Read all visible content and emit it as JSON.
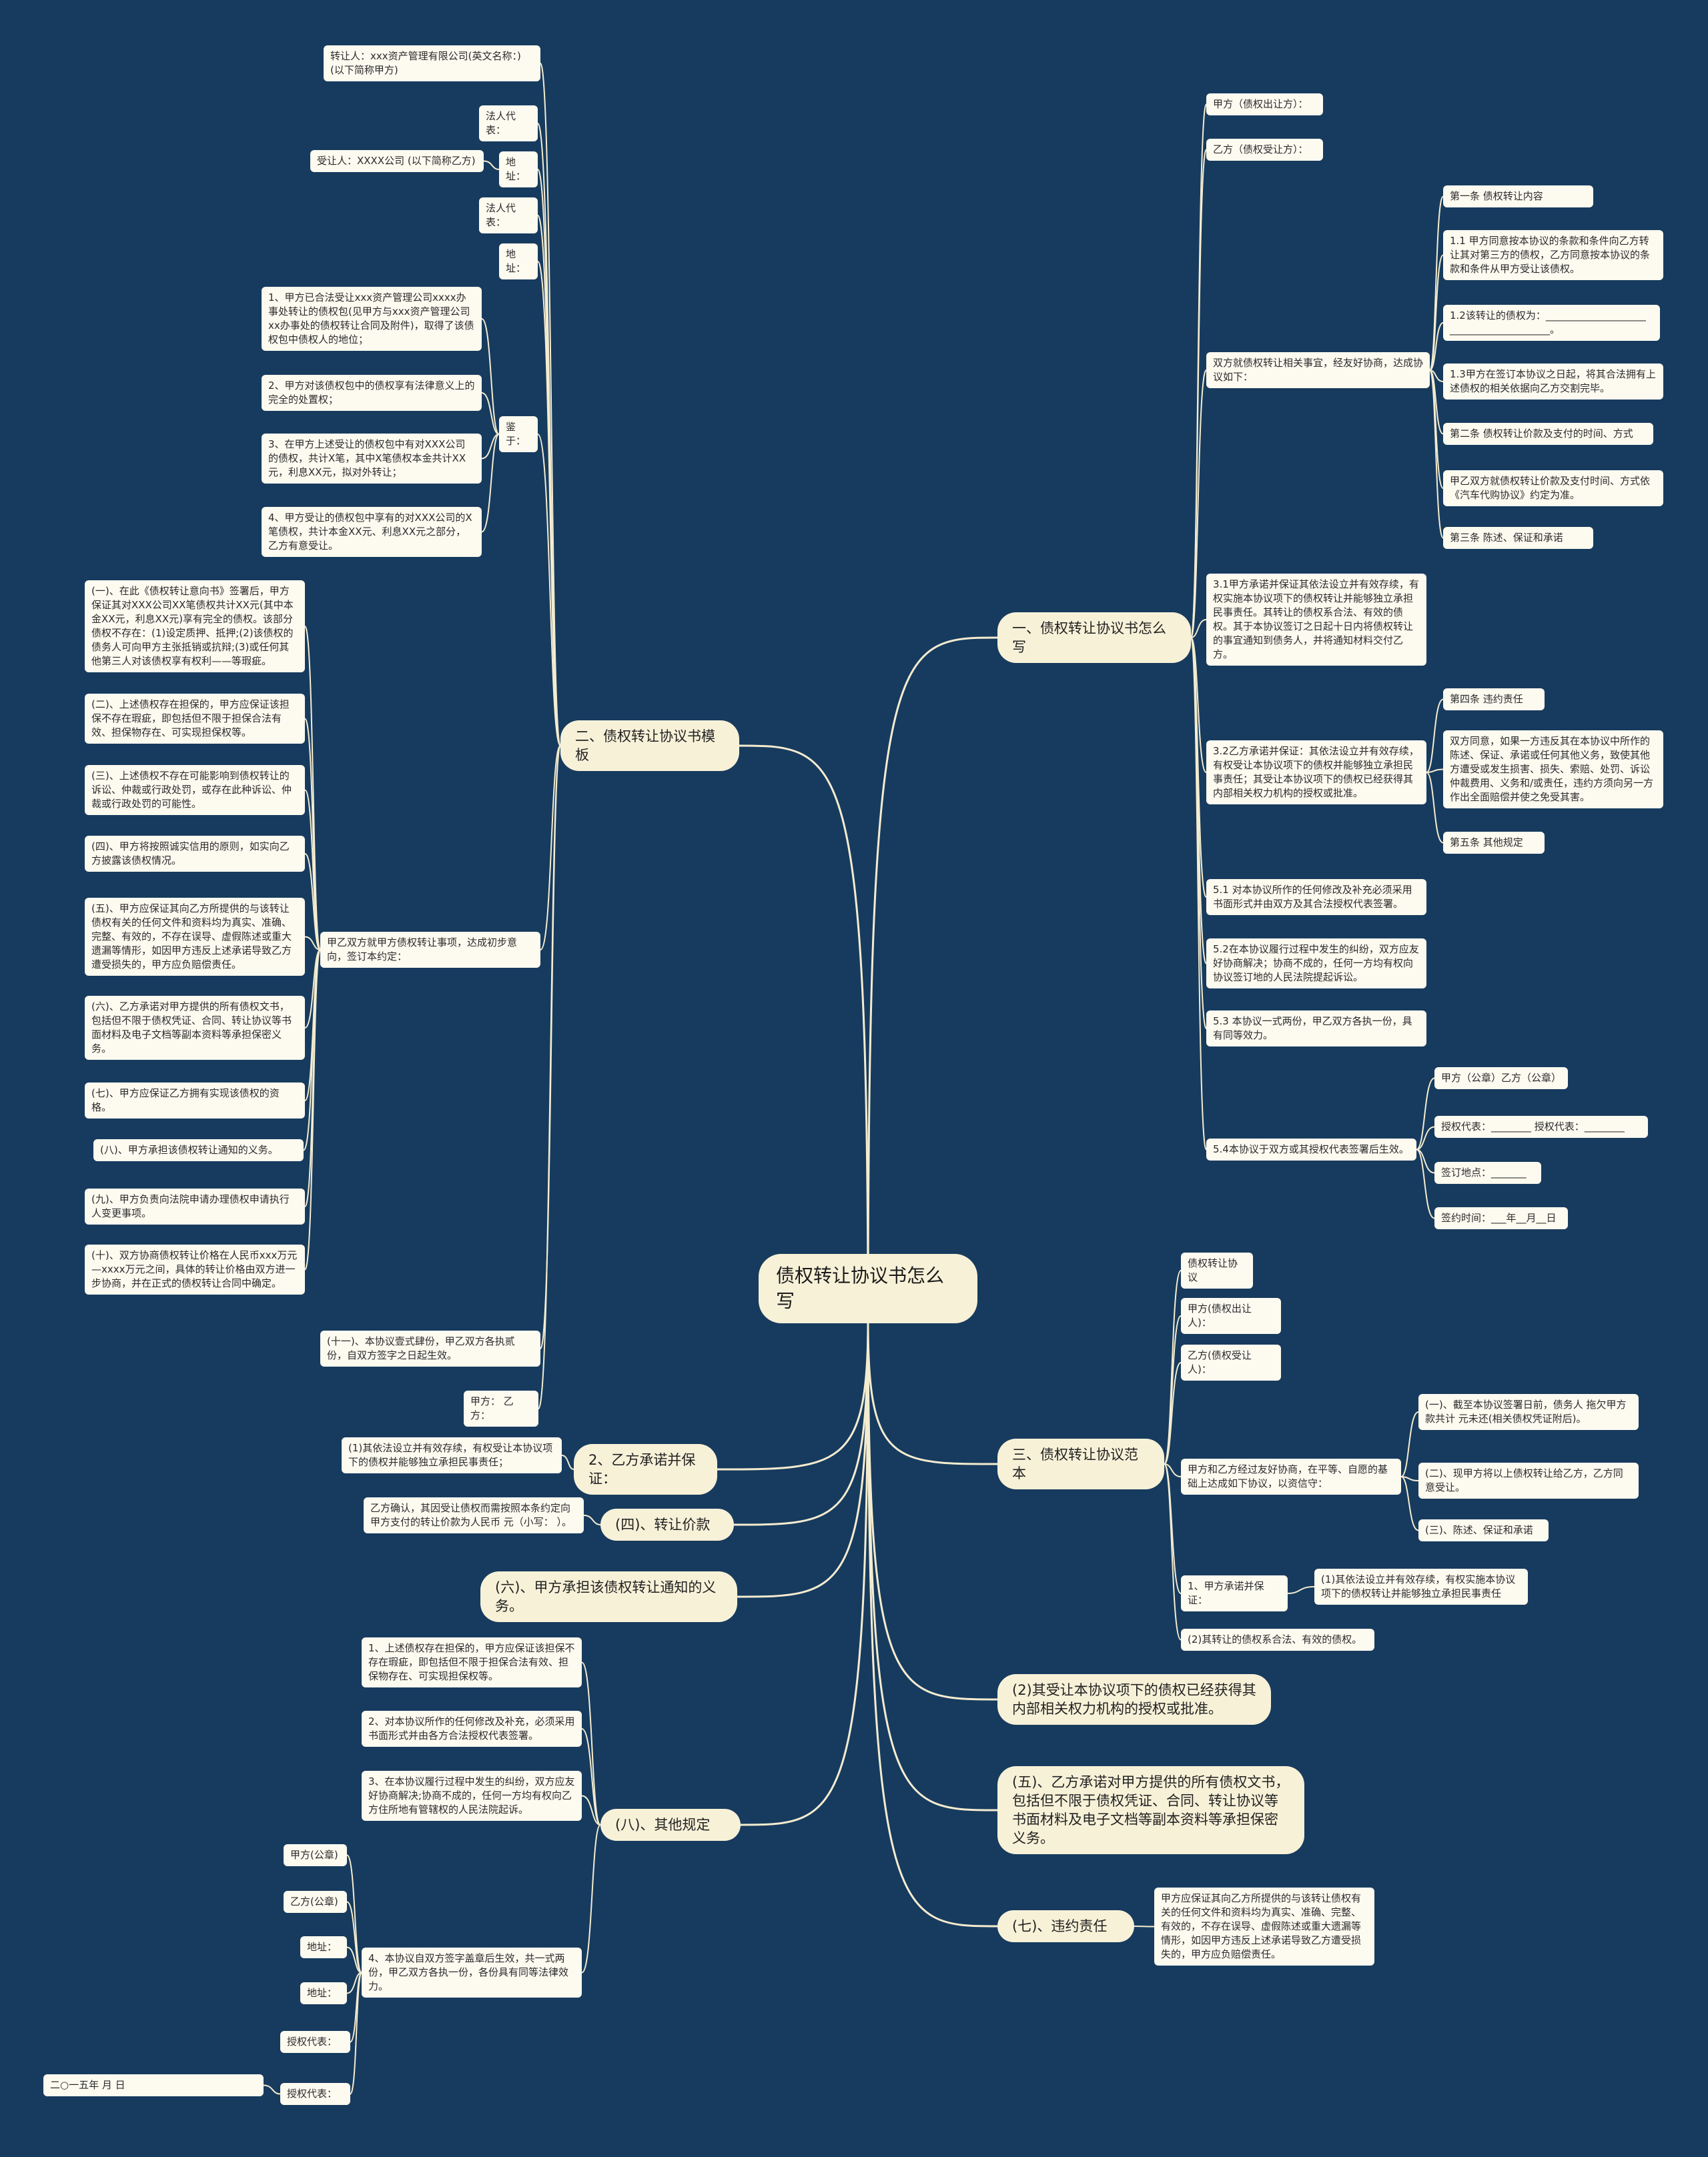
{
  "root": {
    "text": "债权转让协议书怎么写"
  },
  "nodes": [
    {
      "id": "r1",
      "text": "一、债权转让协议书怎么写"
    },
    {
      "id": "r1a",
      "text": "甲方（债权出让方）："
    },
    {
      "id": "r1b",
      "text": "乙方（债权受让方）："
    },
    {
      "id": "r1c",
      "text": "双方就债权转让相关事宜，经友好协商，达成协议如下："
    },
    {
      "id": "r1c1",
      "text": "第一条 债权转让内容"
    },
    {
      "id": "r1c2",
      "text": "1.1 甲方同意按本协议的条款和条件向乙方转让其对第三方的债权，乙方同意按本协议的条款和条件从甲方受让该债权。"
    },
    {
      "id": "r1c3",
      "text": "1.2该转让的债权为：____________________ ____________________。"
    },
    {
      "id": "r1c4",
      "text": "1.3甲方在签订本协议之日起，将其合法拥有上述债权的相关依据向乙方交割完毕。"
    },
    {
      "id": "r1c5",
      "text": "第二条 债权转让价款及支付的时间、方式"
    },
    {
      "id": "r1c6",
      "text": "甲乙双方就债权转让价款及支付时间、方式依《汽车代购协议》约定为准。"
    },
    {
      "id": "r1c7",
      "text": "第三条 陈述、保证和承诺"
    },
    {
      "id": "r1d",
      "text": "3.1甲方承诺并保证其依法设立并有效存续，有权实施本协议项下的债权转让并能够独立承担民事责任。其转让的债权系合法、有效的债权。其于本协议签订之日起十日内将债权转让的事宜通知到债务人，并将通知材料交付乙方。"
    },
    {
      "id": "r1e",
      "text": "3.2乙方承诺并保证：其依法设立并有效存续，有权受让本协议项下的债权并能够独立承担民事责任；其受让本协议项下的债权已经获得其内部相关权力机构的授权或批准。"
    },
    {
      "id": "r1e1",
      "text": "第四条 违约责任"
    },
    {
      "id": "r1e2",
      "text": "双方同意，如果一方违反其在本协议中所作的陈述、保证、承诺或任何其他义务，致使其他方遭受或发生损害、损失、索赔、处罚、诉讼仲裁费用、义务和/或责任，违约方须向另一方作出全面赔偿并使之免受其害。"
    },
    {
      "id": "r1e3",
      "text": "第五条 其他规定"
    },
    {
      "id": "r1f",
      "text": "5.1 对本协议所作的任何修改及补充必须采用书面形式并由双方及其合法授权代表签署。"
    },
    {
      "id": "r1g",
      "text": "5.2在本协议履行过程中发生的纠纷，双方应友好协商解决；协商不成的，任何一方均有权向协议签订地的人民法院提起诉讼。"
    },
    {
      "id": "r1h",
      "text": "5.3 本协议一式两份，甲乙双方各执一份，具有同等效力。"
    },
    {
      "id": "r1i",
      "text": "5.4本协议于双方或其授权代表签署后生效。"
    },
    {
      "id": "r1i1",
      "text": "甲方（公章）乙方（公章）"
    },
    {
      "id": "r1i2",
      "text": "授权代表：________ 授权代表：________"
    },
    {
      "id": "r1i3",
      "text": "签订地点：_______"
    },
    {
      "id": "r1i4",
      "text": "签约时间：___年__月__日"
    },
    {
      "id": "r3",
      "text": "三、债权转让协议范本"
    },
    {
      "id": "r3a",
      "text": "债权转让协议"
    },
    {
      "id": "r3b",
      "text": "甲方(债权出让人)："
    },
    {
      "id": "r3c",
      "text": "乙方(债权受让人)："
    },
    {
      "id": "r3d",
      "text": "甲方和乙方经过友好协商，在平等、自愿的基础上达成如下协议，以资信守："
    },
    {
      "id": "r3d1",
      "text": "(一)、截至本协议签署日前，债务人 拖欠甲方 款共计 元未还(相关债权凭证附后)。"
    },
    {
      "id": "r3d2",
      "text": "(二)、现甲方将以上债权转让给乙方，乙方同意受让。"
    },
    {
      "id": "r3d3",
      "text": "(三)、陈述、保证和承诺"
    },
    {
      "id": "r3e",
      "text": "1、甲方承诺并保证："
    },
    {
      "id": "r3e1",
      "text": "(1)其依法设立并有效存续，有权实施本协议项下的债权转让并能够独立承担民事责任"
    },
    {
      "id": "r3f",
      "text": "(2)其转让的债权系合法、有效的债权。"
    },
    {
      "id": "rA",
      "text": "(2)其受让本协议项下的债权已经获得其内部相关权力机构的授权或批准。"
    },
    {
      "id": "rB",
      "text": "(五)、乙方承诺对甲方提供的所有债权文书，包括但不限于债权凭证、合同、转让协议等书面材料及电子文档等副本资料等承担保密义务。"
    },
    {
      "id": "r7",
      "text": "(七)、违约责任"
    },
    {
      "id": "r7a",
      "text": "甲方应保证其向乙方所提供的与该转让债权有关的任何文件和资料均为真实、准确、完整、有效的，不存在误导、虚假陈述或重大遗漏等情形，如因甲方违反上述承诺导致乙方遭受损失的，甲方应负赔偿责任。"
    },
    {
      "id": "l2",
      "text": "二、债权转让协议书模板"
    },
    {
      "id": "l2a",
      "text": "转让人：xxx资产管理有限公司(英文名称：)(以下简称甲方)"
    },
    {
      "id": "l2b",
      "text": "法人代表："
    },
    {
      "id": "l2c",
      "text": "地址："
    },
    {
      "id": "l2c1",
      "text": "受让人：XXXX公司 (以下简称乙方)"
    },
    {
      "id": "l2d",
      "text": "法人代表："
    },
    {
      "id": "l2e",
      "text": "地址："
    },
    {
      "id": "l2f",
      "text": "鉴于："
    },
    {
      "id": "l2f1",
      "text": "1、甲方已合法受让xxx资产管理公司xxxx办事处转让的债权包(见甲方与xxx资产管理公司xx办事处的债权转让合同及附件)，取得了该债权包中债权人的地位；"
    },
    {
      "id": "l2f2",
      "text": "2、甲方对该债权包中的债权享有法律意义上的完全的处置权；"
    },
    {
      "id": "l2f3",
      "text": "3、在甲方上述受让的债权包中有对XXX公司的债权，共计X笔，其中X笔债权本金共计XX元，利息XX元，拟对外转让；"
    },
    {
      "id": "l2f4",
      "text": "4、甲方受让的债权包中享有的对XXX公司的X笔债权，共计本金XX元、利息XX元之部分，乙方有意受让。"
    },
    {
      "id": "l2g",
      "text": "甲乙双方就甲方债权转让事项，达成初步意向，签订本约定："
    },
    {
      "id": "l2g1",
      "text": "(一)、在此《债权转让意向书》签署后，甲方保证其对XXX公司XX笔债权共计XX元(其中本金XX元，利息XX元)享有完全的债权。该部分债权不存在：(1)设定质押、抵押;(2)该债权的债务人可向甲方主张抵销或抗辩;(3)或任何其他第三人对该债权享有权利——等瑕疵。"
    },
    {
      "id": "l2g2",
      "text": "(二)、上述债权存在担保的，甲方应保证该担保不存在瑕疵，即包括但不限于担保合法有效、担保物存在、可实现担保权等。"
    },
    {
      "id": "l2g3",
      "text": "(三)、上述债权不存在可能影响到债权转让的诉讼、仲裁或行政处罚，或存在此种诉讼、仲裁或行政处罚的可能性。"
    },
    {
      "id": "l2g4",
      "text": "(四)、甲方将按照诚实信用的原则，如实向乙方披露该债权情况。"
    },
    {
      "id": "l2g5",
      "text": "(五)、甲方应保证其向乙方所提供的与该转让债权有关的任何文件和资料均为真实、准确、完整、有效的，不存在误导、虚假陈述或重大遗漏等情形，如因甲方违反上述承诺导致乙方遭受损失的，甲方应负赔偿责任。"
    },
    {
      "id": "l2g6",
      "text": "(六)、乙方承诺对甲方提供的所有债权文书，包括但不限于债权凭证、合同、转让协议等书面材料及电子文档等副本资料等承担保密义务。"
    },
    {
      "id": "l2g7",
      "text": "(七)、甲方应保证乙方拥有实现该债权的资格。"
    },
    {
      "id": "l2g8",
      "text": "(八)、甲方承担该债权转让通知的义务。"
    },
    {
      "id": "l2g9",
      "text": "(九)、甲方负责向法院申请办理债权申请执行人变更事项。"
    },
    {
      "id": "l2g10",
      "text": "(十)、双方协商债权转让价格在人民币xxx万元—xxxx万元之间，具体的转让价格由双方进一步协商，并在正式的债权转让合同中确定。"
    },
    {
      "id": "l2h",
      "text": "(十一)、本协议壹式肆份，甲乙双方各执贰份，自双方签字之日起生效。"
    },
    {
      "id": "l2i",
      "text": "甲方：  乙方："
    },
    {
      "id": "lB",
      "text": "2、乙方承诺并保证："
    },
    {
      "id": "lB1",
      "text": "(1)其依法设立并有效存续，有权受让本协议项下的债权并能够独立承担民事责任；"
    },
    {
      "id": "lC",
      "text": "(四)、转让价款"
    },
    {
      "id": "lC1",
      "text": "乙方确认，其因受让债权而需按照本条约定向甲方支付的转让价款为人民币  元（小写：  ）。"
    },
    {
      "id": "lD",
      "text": "(六)、甲方承担该债权转让通知的义务。"
    },
    {
      "id": "lE",
      "text": "(八)、其他规定"
    },
    {
      "id": "lE1",
      "text": "1、上述债权存在担保的，甲方应保证该担保不存在瑕疵，即包括但不限于担保合法有效、担保物存在、可实现担保权等。"
    },
    {
      "id": "lE2",
      "text": "2、对本协议所作的任何修改及补充，必须采用书面形式并由各方合法授权代表签署。"
    },
    {
      "id": "lE3",
      "text": "3、在本协议履行过程中发生的纠纷，双方应友好协商解决;协商不成的，任何一方均有权向乙方住所地有管辖权的人民法院起诉。"
    },
    {
      "id": "lE4",
      "text": "4、本协议自双方签字盖章后生效，共一式两份，甲乙双方各执一份，各份具有同等法律效力。"
    },
    {
      "id": "lE4a",
      "text": "甲方(公章)"
    },
    {
      "id": "lE4b",
      "text": "乙方(公章)"
    },
    {
      "id": "lE4c",
      "text": "地址："
    },
    {
      "id": "lE4d",
      "text": "地址："
    },
    {
      "id": "lE4e",
      "text": "授权代表："
    },
    {
      "id": "lE4f",
      "text": "授权代表："
    },
    {
      "id": "lE4f1",
      "text": "二○一五年  月  日"
    }
  ],
  "colors": {
    "background": "#173b5e",
    "line": "#f4ecd0",
    "node": "#fdfaf0",
    "branch": "#f7f1d8"
  }
}
